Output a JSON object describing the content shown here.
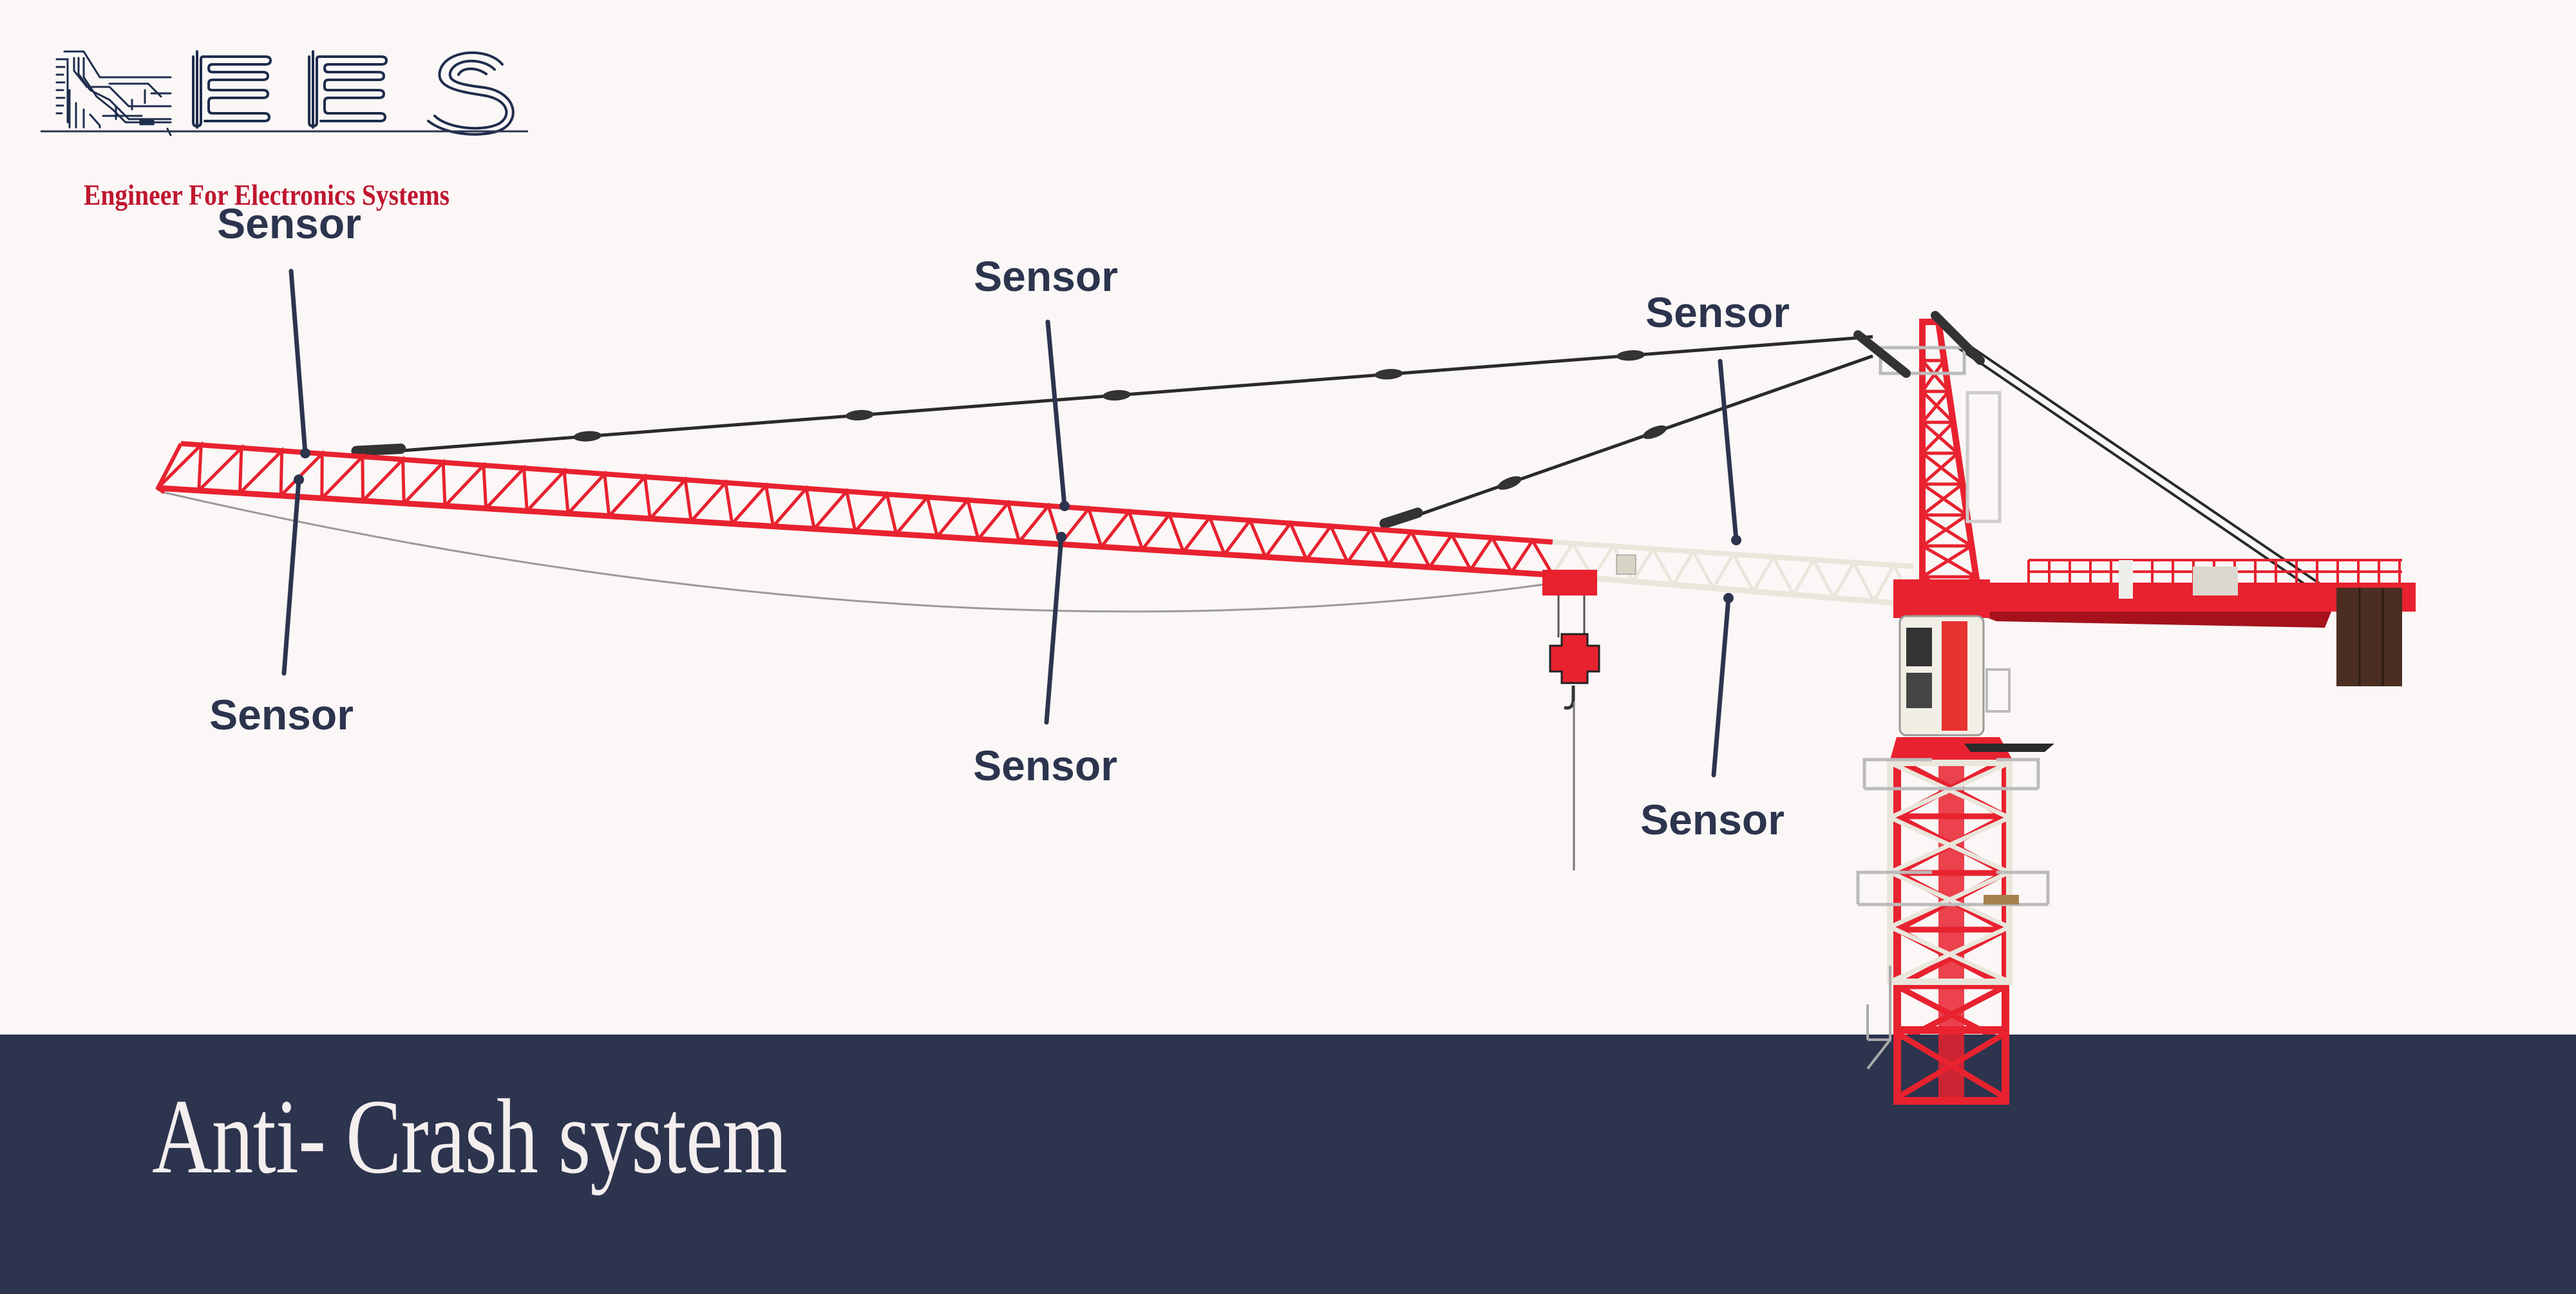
{
  "logo": {
    "letters": [
      "E",
      "E",
      "S"
    ],
    "tagline": "Engineer For Electronics Systems",
    "emblem_icon": "circuit-board-icon",
    "colors": {
      "primary": "#1f2d4d",
      "accent": "#c0162f"
    }
  },
  "diagram": {
    "subject": "tower-crane",
    "sensors": [
      {
        "label": "Sensor",
        "position": "above",
        "location": "jib-tip-top"
      },
      {
        "label": "Sensor",
        "position": "above",
        "location": "jib-mid-top"
      },
      {
        "label": "Sensor",
        "position": "above",
        "location": "jib-inner-top"
      },
      {
        "label": "Sensor",
        "position": "below",
        "location": "jib-tip-bottom"
      },
      {
        "label": "Sensor",
        "position": "below",
        "location": "jib-mid-bottom"
      },
      {
        "label": "Sensor",
        "position": "below",
        "location": "jib-inner-bottom"
      }
    ]
  },
  "footer": {
    "title": "Anti- Crash system"
  },
  "colors": {
    "background": "#faf7f6",
    "band": "#2c344e",
    "crane_red": "#e8222f",
    "crane_white": "#e9e6dc",
    "label_text": "#2c344e",
    "title_text": "#f4eeee"
  }
}
